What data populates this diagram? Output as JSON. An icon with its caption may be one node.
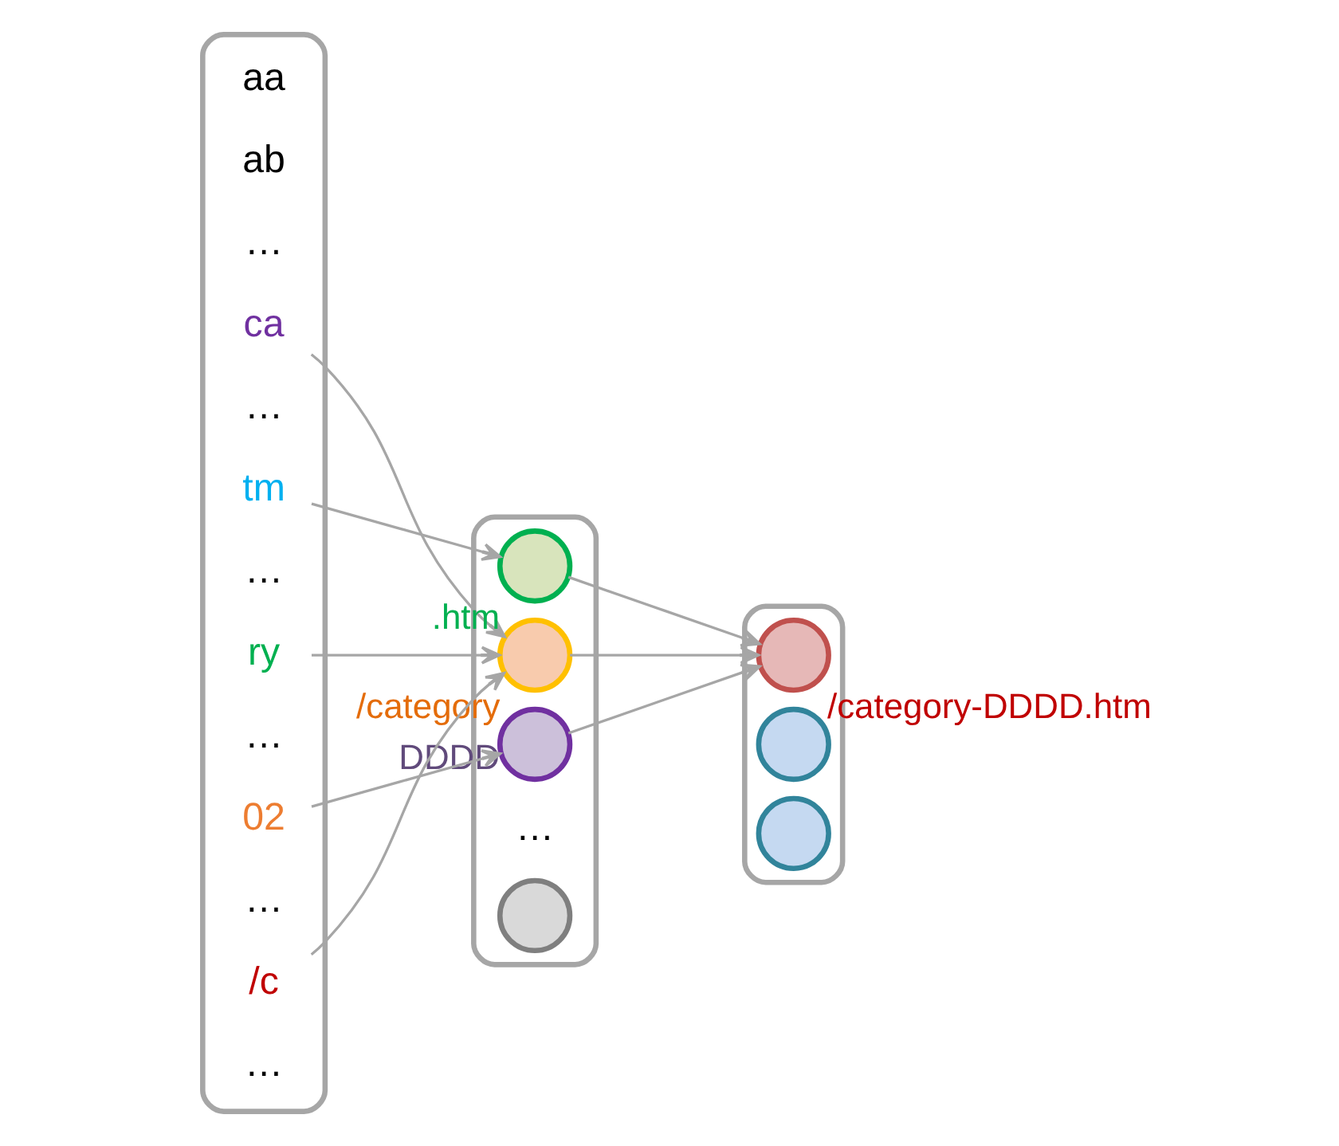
{
  "diagram": {
    "nodes": [
      {
        "text": [],
        "shape": "box"
      },
      {
        "text": [
          "aa"
        ],
        "in": 0
      },
      {
        "text": [
          "ab"
        ],
        "in": 0
      },
      {
        "text": [
          "…"
        ],
        "in": 0
      },
      {
        "text": [
          "ca"
        ],
        "in": 0
      },
      {
        "text": [
          "…"
        ],
        "in": 0
      },
      {
        "text": [
          "tm"
        ],
        "in": 0
      },
      {
        "text": [
          "…"
        ],
        "in": 0
      },
      {
        "text": [
          "ry"
        ],
        "in": 0
      },
      {
        "text": [
          "…"
        ],
        "in": 0
      },
      {
        "text": [
          "02"
        ],
        "in": 0
      },
      {
        "text": [
          "…"
        ],
        "in": 0
      },
      {
        "text": [
          "/c"
        ],
        "in": 0
      },
      {
        "text": [
          "…"
        ],
        "in": 0
      },
      {
        "text": [],
        "shape": "box"
      },
      {
        "text": [],
        "shape": "circle",
        "in": 14,
        "beside": [
          "/category"
        ]
      },
      {
        "text": [],
        "shape": "circle",
        "in": 14,
        "beside": [
          "DDDD"
        ]
      },
      {
        "text": [],
        "shape": "circle",
        "in": 14,
        "beside": [
          ".htm"
        ]
      },
      {
        "text": [
          "…"
        ],
        "in": 14
      },
      {
        "text": [],
        "shape": "circle",
        "in": 14
      },
      {
        "text": [],
        "shape": "box"
      },
      {
        "text": [],
        "shape": "circle",
        "in": 20,
        "beside": [
          "/category-DDDD.htm"
        ]
      },
      {
        "text": [],
        "shape": "circle",
        "in": 20
      },
      {
        "text": [],
        "shape": "circle",
        "in": 20
      }
    ],
    "edges": [
      {
        "from": 4,
        "to": 15,
        "arrow": "to"
      },
      {
        "from": 8,
        "to": 15,
        "arrow": "to"
      },
      {
        "from": 12,
        "to": 15,
        "arrow": "to"
      },
      {
        "from": 10,
        "to": 16,
        "arrow": "to"
      },
      {
        "from": 6,
        "to": 17,
        "arrow": "to"
      },
      {
        "from": 15,
        "to": 21,
        "arrow": "to"
      },
      {
        "from": 16,
        "to": 21,
        "arrow": "to"
      },
      {
        "from": 17,
        "to": 21,
        "arrow": "to"
      }
    ]
  }
}
